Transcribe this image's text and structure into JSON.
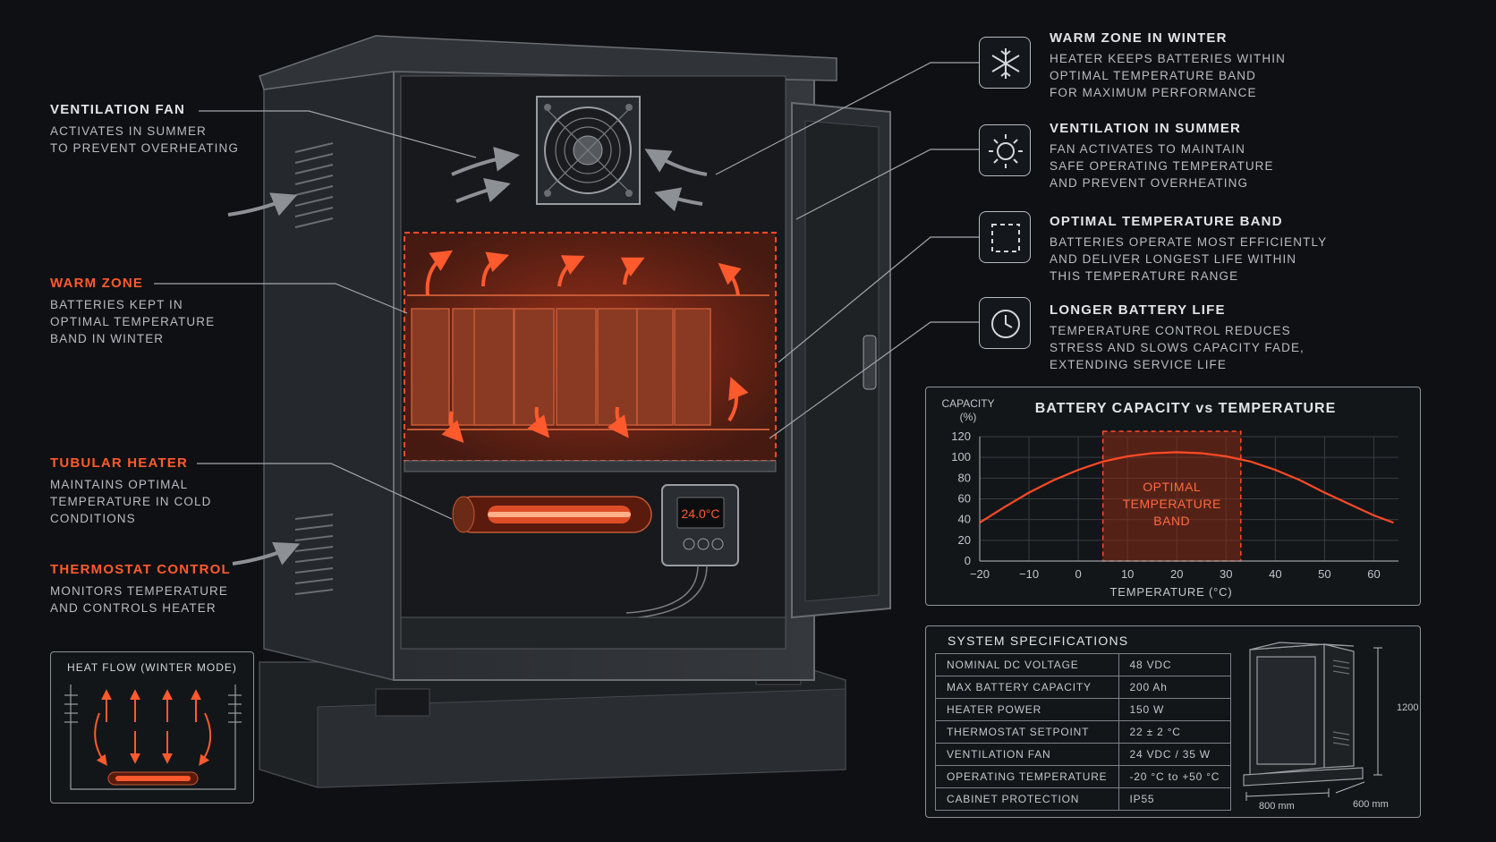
{
  "left_callouts": {
    "fan": {
      "title": "VENTILATION FAN",
      "body": [
        "ACTIVATES IN SUMMER",
        "TO PREVENT OVERHEATING"
      ]
    },
    "warm": {
      "title": "WARM ZONE",
      "body": [
        "BATTERIES KEPT IN",
        "OPTIMAL TEMPERATURE",
        "BAND IN WINTER"
      ]
    },
    "heater": {
      "title": "TUBULAR HEATER",
      "body": [
        "MAINTAINS OPTIMAL",
        "TEMPERATURE IN COLD",
        "CONDITIONS"
      ]
    },
    "thermostat": {
      "title": "THERMOSTAT CONTROL",
      "body": [
        "MONITORS TEMPERATURE",
        "AND CONTROLS HEATER"
      ]
    }
  },
  "features": [
    {
      "icon": "snowflake-icon",
      "title": "WARM ZONE IN WINTER",
      "body": [
        "HEATER KEEPS BATTERIES WITHIN",
        "OPTIMAL TEMPERATURE BAND",
        "FOR MAXIMUM PERFORMANCE"
      ]
    },
    {
      "icon": "sun-icon",
      "title": "VENTILATION IN SUMMER",
      "body": [
        "FAN ACTIVATES TO MAINTAIN",
        "SAFE OPERATING TEMPERATURE",
        "AND PREVENT OVERHEATING"
      ]
    },
    {
      "icon": "dashed-square-icon",
      "title": "OPTIMAL TEMPERATURE BAND",
      "body": [
        "BATTERIES OPERATE MOST EFFICIENTLY",
        "AND DELIVER LONGEST LIFE WITHIN",
        "THIS TEMPERATURE RANGE"
      ]
    },
    {
      "icon": "clock-icon",
      "title": "LONGER BATTERY LIFE",
      "body": [
        "TEMPERATURE CONTROL REDUCES",
        "STRESS AND SLOWS CAPACITY FADE,",
        "EXTENDING SERVICE LIFE"
      ]
    }
  ],
  "thermostat_display": "24.0°C",
  "heat_flow": {
    "title": "HEAT FLOW (WINTER MODE)"
  },
  "chart_data": {
    "type": "line",
    "title": "BATTERY CAPACITY vs TEMPERATURE",
    "ylabel_lines": [
      "CAPACITY",
      "(%)"
    ],
    "xlabel": "TEMPERATURE (°C)",
    "xlim": [
      -20,
      65
    ],
    "ylim": [
      0,
      120
    ],
    "xticks": [
      -20,
      -10,
      0,
      10,
      20,
      30,
      40,
      50,
      60
    ],
    "yticks": [
      0,
      20,
      40,
      60,
      80,
      100,
      120
    ],
    "x": [
      -20,
      -15,
      -10,
      -5,
      0,
      5,
      10,
      15,
      20,
      25,
      30,
      35,
      40,
      45,
      50,
      55,
      60,
      64
    ],
    "y": [
      37,
      52,
      66,
      78,
      88,
      96,
      101,
      104,
      105,
      104,
      101,
      96,
      88,
      78,
      66,
      55,
      44,
      37
    ],
    "band": {
      "x_range": [
        5,
        33
      ],
      "label_lines": [
        "OPTIMAL",
        "TEMPERATURE",
        "BAND"
      ]
    },
    "grid": true,
    "color": "#ff4a26"
  },
  "specs": {
    "title": "SYSTEM SPECIFICATIONS",
    "rows": [
      {
        "k": "NOMINAL DC VOLTAGE",
        "v": "48 VDC"
      },
      {
        "k": "MAX BATTERY CAPACITY",
        "v": "200 Ah"
      },
      {
        "k": "HEATER POWER",
        "v": "150 W"
      },
      {
        "k": "THERMOSTAT SETPOINT",
        "v": "22 ± 2 °C"
      },
      {
        "k": "VENTILATION FAN",
        "v": "24 VDC / 35 W"
      },
      {
        "k": "OPERATING TEMPERATURE",
        "v": "-20 °C to +50 °C"
      },
      {
        "k": "CABINET PROTECTION",
        "v": "IP55"
      }
    ],
    "dims": {
      "height": "1200 mm",
      "width": "800 mm",
      "depth": "600 mm"
    }
  },
  "colors": {
    "accent": "#ff5a2e",
    "background": "#0e1013",
    "line": "#b8bbbf"
  }
}
